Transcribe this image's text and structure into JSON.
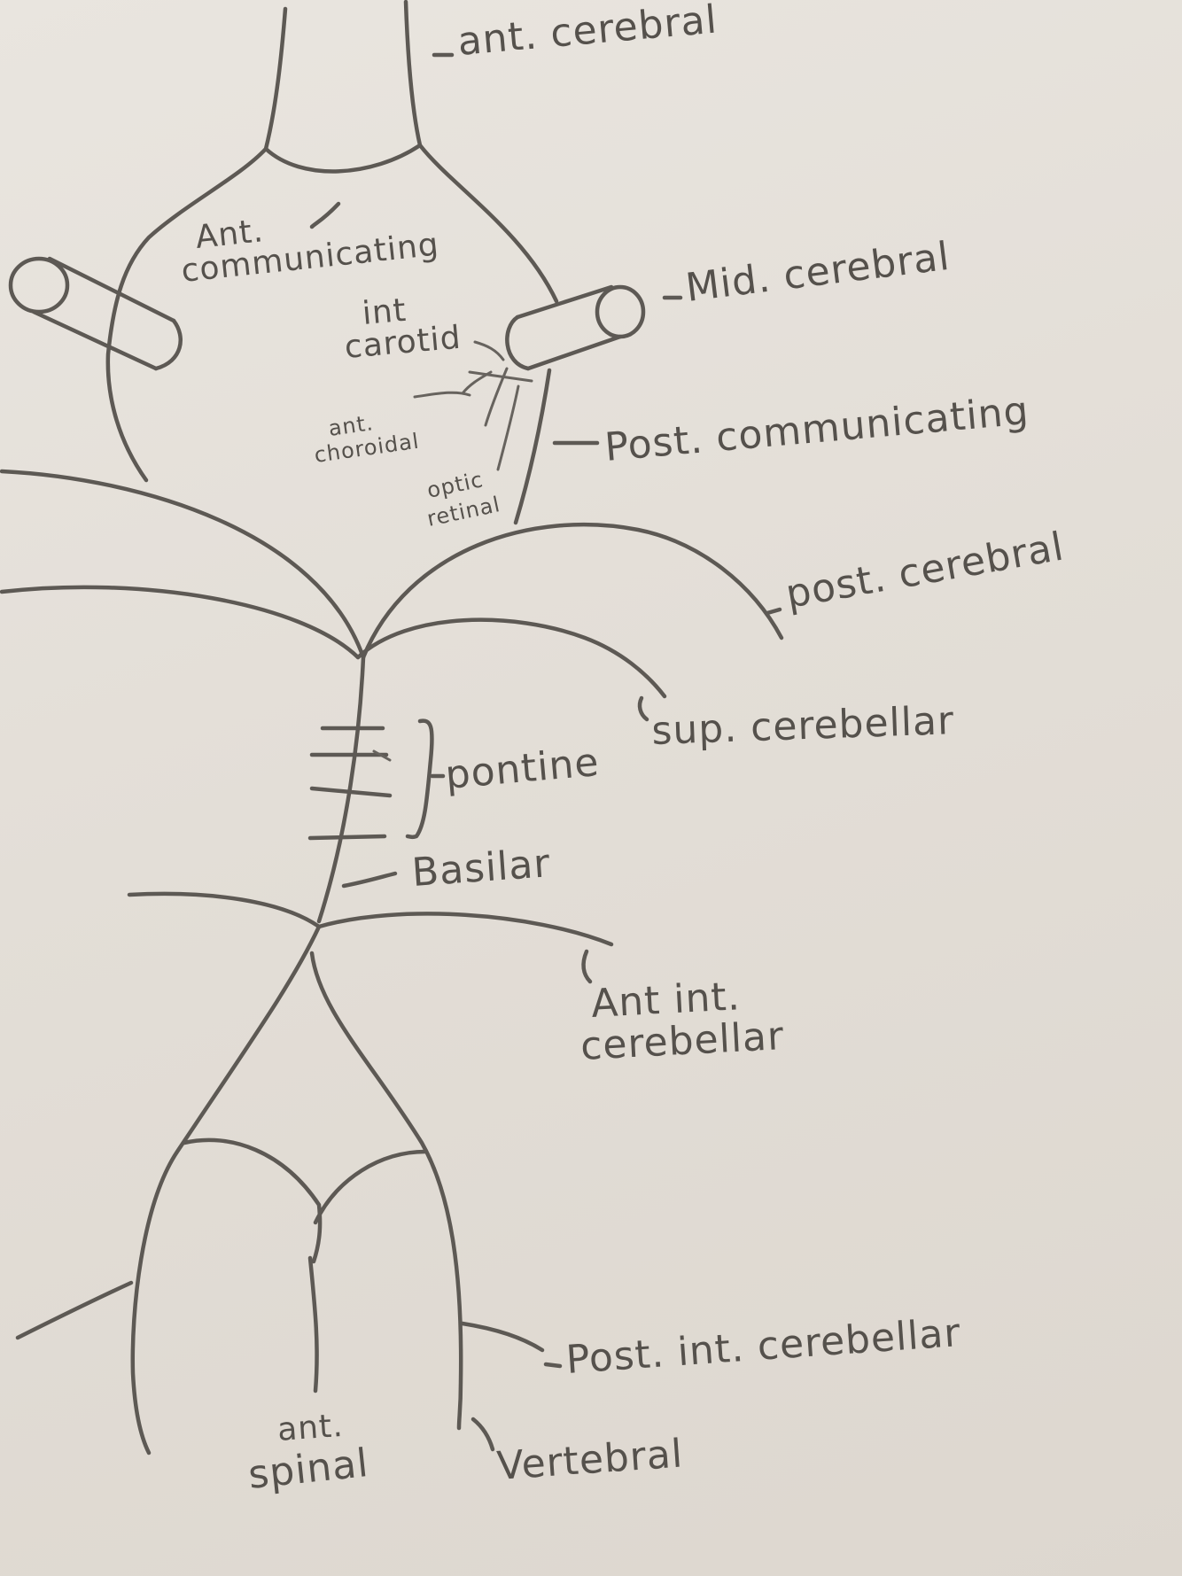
{
  "labels": {
    "ant_cerebral": "ant. cerebral",
    "ant_communicating_1": "Ant.",
    "ant_communicating_2": "communicating",
    "mid_cerebral": "Mid. cerebral",
    "int_carotid_1": "int",
    "int_carotid_2": "carotid",
    "ant_choroidal_1": "ant.",
    "ant_choroidal_2": "choroidal",
    "post_communicating": "Post. communicating",
    "optic_retinal_1": "optic",
    "optic_retinal_2": "retinal",
    "post_cerebral": "post. cerebral",
    "sup_cerebellar": "sup. cerebellar",
    "pontine": "pontine",
    "basilar": "Basilar",
    "ant_int_cerebellar_1": "Ant int.",
    "ant_int_cerebellar_2": "cerebellar",
    "post_int_cerebellar": "Post. int. cerebellar",
    "ant_spinal_1": "ant.",
    "ant_spinal_2": "spinal",
    "vertebral": "Vertebral"
  },
  "colors": {
    "paper": "#e5e0d9",
    "pencil": "#5d5954"
  }
}
